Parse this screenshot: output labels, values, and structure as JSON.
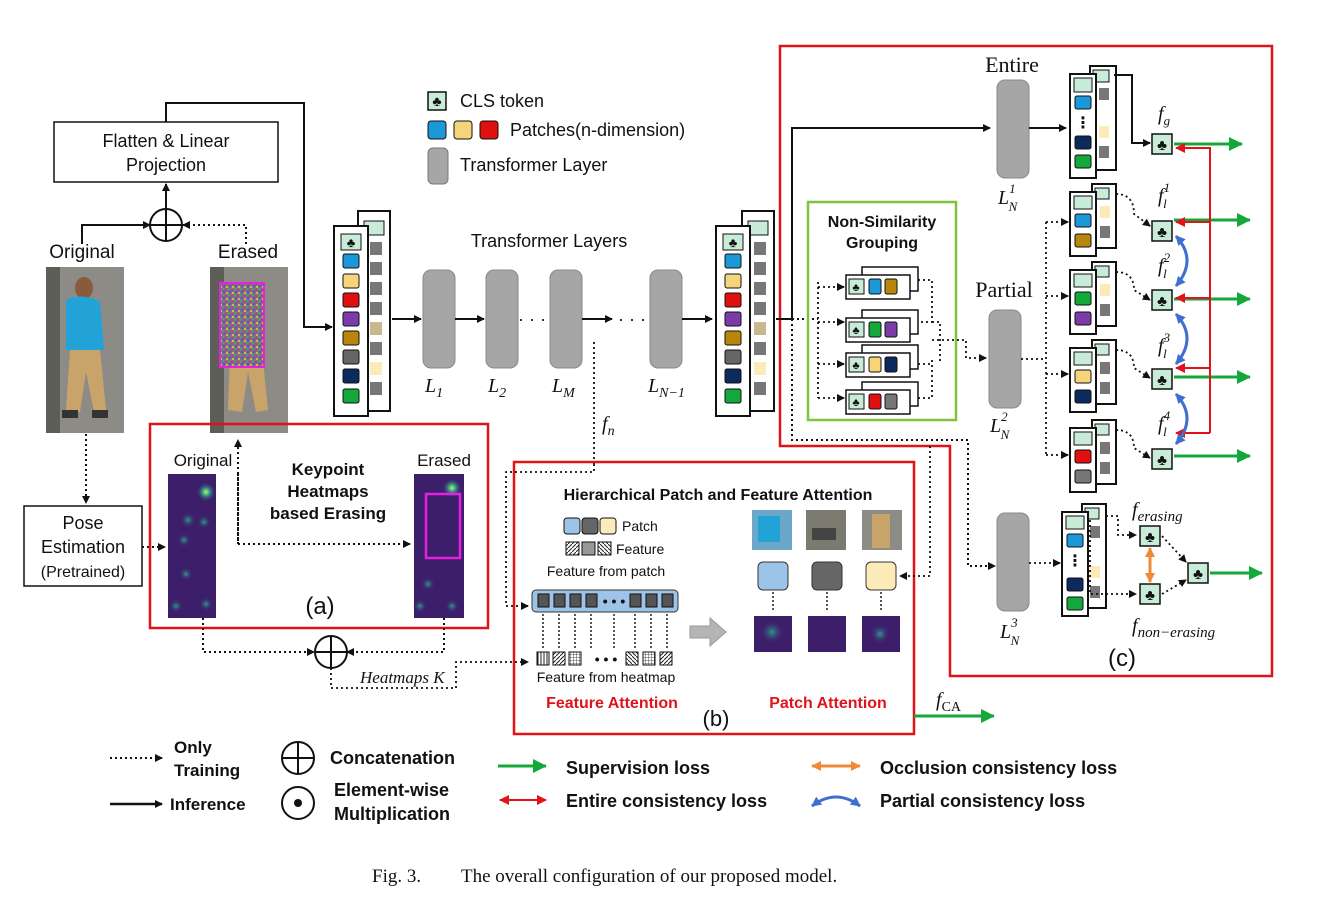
{
  "legend_top": {
    "cls": "CLS token",
    "patches": "Patches(n-dimension)",
    "transformer": "Transformer Layer"
  },
  "flatten": {
    "line1": "Flatten & Linear",
    "line2": "Projection"
  },
  "images": {
    "original": "Original",
    "erased": "Erased"
  },
  "pose": {
    "line1": "Pose",
    "line2": "Estimation",
    "line3": "(Pretrained)"
  },
  "panel_a": {
    "original": "Original",
    "erased": "Erased",
    "title1": "Keypoint",
    "title2": "Heatmaps",
    "title3": "based Erasing",
    "tag": "(a)"
  },
  "transformer_layers": "Transformer Layers",
  "layers": {
    "l1": "L",
    "l1s": "1",
    "l2": "L",
    "l2s": "2",
    "lm": "L",
    "lms": "M",
    "ln1": "L",
    "ln1s": "N−1"
  },
  "ellipsis": "· · ·",
  "fn": {
    "f": "f",
    "sub": "n"
  },
  "panel_b": {
    "title": "Hierarchical Patch and Feature Attention",
    "patch": "Patch",
    "feature": "Feature",
    "feature_from_patch": "Feature  from patch",
    "feature_from_heatmap": "Feature  from heatmap",
    "feature_attention": "Feature Attention",
    "patch_attention": "Patch Attention",
    "tag": "(b)"
  },
  "heatmaps_k": "Heatmaps K",
  "fca": {
    "f": "f",
    "sub": "CA"
  },
  "panel_c": {
    "entire": "Entire",
    "partial": "Partial",
    "nsg1": "Non-Similarity",
    "nsg2": "Grouping",
    "ln1": "L",
    "ln1_sup": "1",
    "ln1_sub": "N",
    "ln2": "L",
    "ln2_sup": "2",
    "ln2_sub": "N",
    "ln3": "L",
    "ln3_sup": "3",
    "ln3_sub": "N",
    "fg": "f",
    "fg_sub": "g",
    "fl": "f",
    "fl_sub": "l",
    "fl_sup": [
      "1",
      "2",
      "3",
      "4"
    ],
    "ferasing": "f",
    "ferasing_sub": "erasing",
    "fnonerasing": "f",
    "fnonerasing_sub": "non−erasing",
    "tag": "(c)"
  },
  "legend_bottom": {
    "only_training1": "Only",
    "only_training2": "Training",
    "inference": "Inference",
    "concat": "Concatenation",
    "elem1": "Element-wise",
    "elem2": "Multiplication",
    "supervision": "Supervision loss",
    "entire_loss": "Entire consistency loss",
    "occlusion_loss": "Occlusion consistency loss",
    "partial_loss": "Partial consistency loss"
  },
  "caption": {
    "fig": "Fig. 3.",
    "text": "The overall configuration of our proposed model."
  },
  "colors": {
    "red_box": "#e0131a",
    "green_box": "#7dc33b",
    "supervision": "#14a83a",
    "occlusion": "#f08a35",
    "partial": "#3f6fcf",
    "layer_gray": "#a6a6a6",
    "cls_fill": "#c8ecd8",
    "patch_blue": "#1a98d8",
    "patch_yellow": "#f6d47a",
    "patch_red": "#e01010"
  }
}
